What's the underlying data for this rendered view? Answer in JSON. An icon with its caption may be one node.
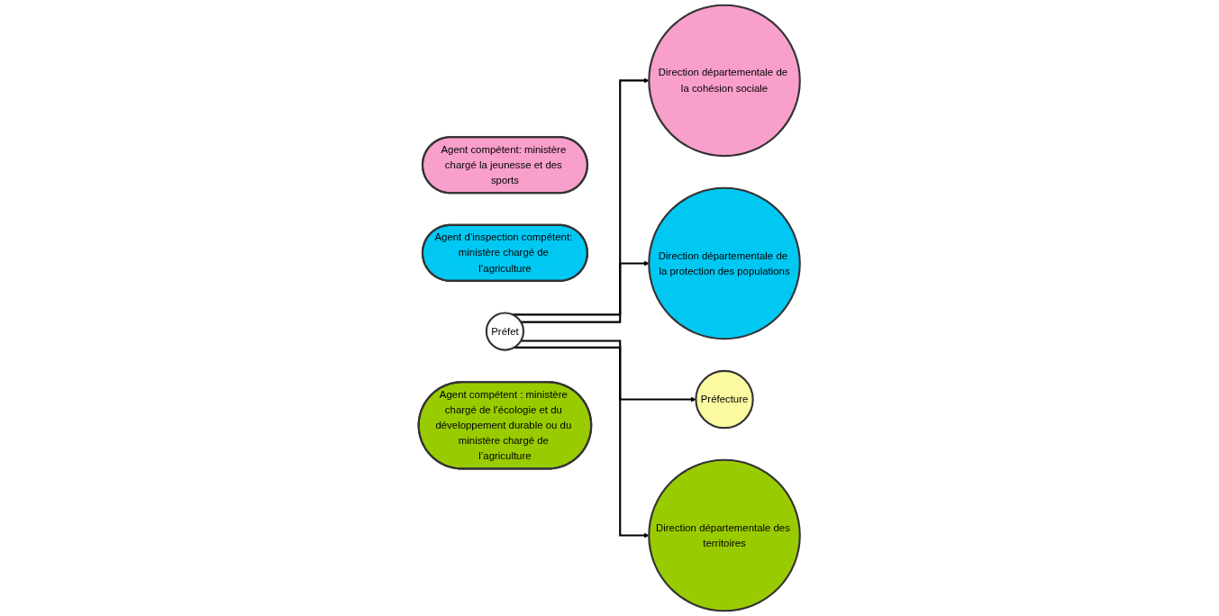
{
  "diagram": {
    "nodes": [
      {
        "text": [
          "Agent compétent: ministère chargé la jeunesse et des sports"
        ]
      },
      {
        "text": [
          "Direction départementale de la cohésion sociale"
        ]
      },
      {
        "text": [
          "Agent d’inspection compétent: ministère chargé de l’agriculture"
        ]
      },
      {
        "text": [
          "Direction départementale de la protection des populations"
        ]
      },
      {
        "text": [
          "Préfet"
        ]
      },
      {
        "text": [
          "Préfecture"
        ]
      },
      {
        "text": [
          "Direction départementale des territoires"
        ]
      },
      {
        "text": [
          "Agent compétent : ministère chargé de l’écologie et du développement durable ou du ministère chargé de l’agriculture"
        ]
      }
    ],
    "edges": [
      {
        "from": 4,
        "to": 1,
        "arrow": "to"
      },
      {
        "from": 4,
        "to": 3,
        "arrow": "to"
      },
      {
        "from": 4,
        "to": 5,
        "arrow": "to"
      },
      {
        "from": 4,
        "to": 6,
        "arrow": "to"
      }
    ]
  }
}
